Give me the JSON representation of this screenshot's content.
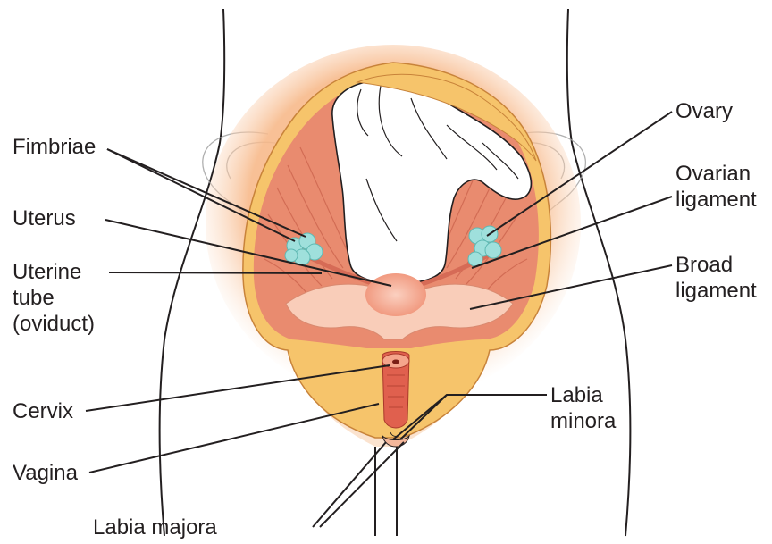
{
  "labels": {
    "fimbriae": "Fimbriae",
    "uterus": "Uterus",
    "uterine_tube": [
      "Uterine",
      "tube",
      "(oviduct)"
    ],
    "cervix": "Cervix",
    "vagina": "Vagina",
    "labia_majora": "Labia majora",
    "ovary": "Ovary",
    "ovarian_ligament": [
      "Ovarian",
      "ligament"
    ],
    "broad_ligament": [
      "Broad",
      "ligament"
    ],
    "labia_minora": [
      "Labia",
      "minora"
    ]
  },
  "colors": {
    "outline": "#231f20",
    "skin": "#fbe3cf",
    "glow": "#f7b98a",
    "muscle": "#e98b6f",
    "muscle_dark": "#c9604a",
    "fat": "#f6c46b",
    "uterus": "#f5a58c",
    "ligament": "#f9cdb9",
    "ovary": "#9fe0dc",
    "intestine": "#ffffff",
    "vagina": "#e0604e"
  }
}
